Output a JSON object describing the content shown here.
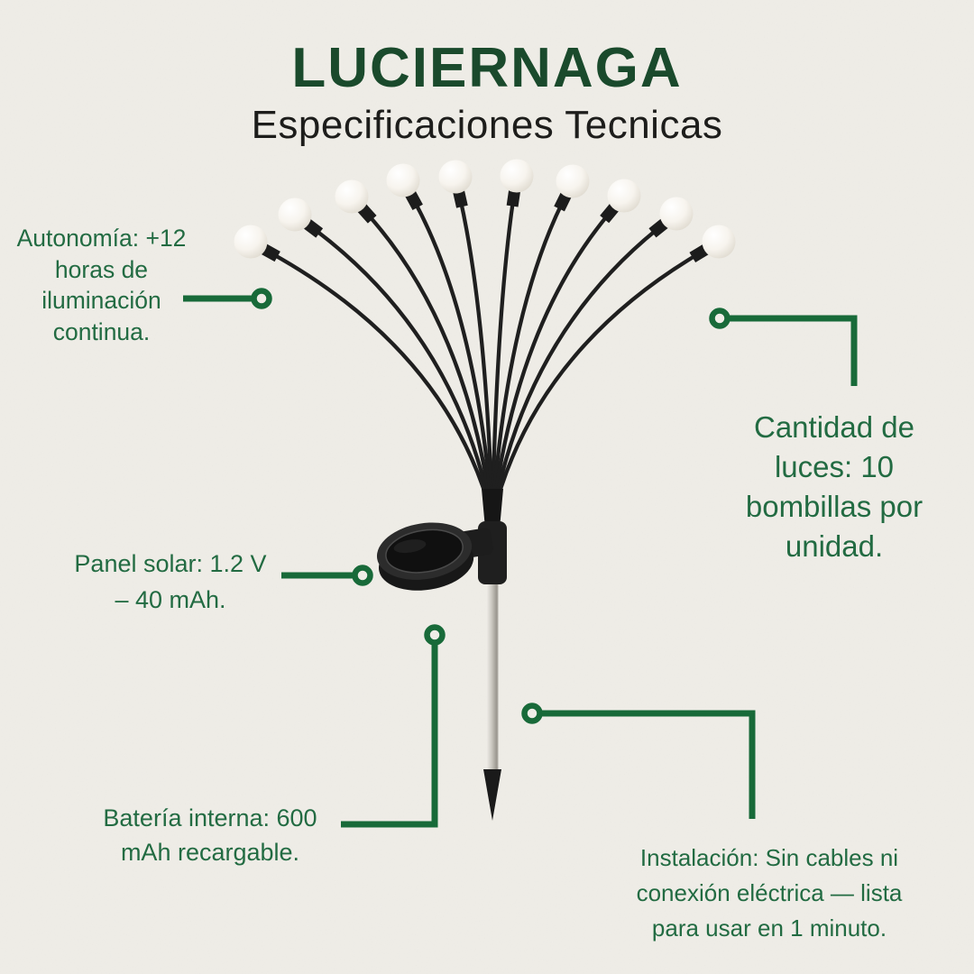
{
  "header": {
    "title": "LUCIERNAGA",
    "subtitle": "Especificaciones Tecnicas"
  },
  "product": {
    "name": "luz solar tipo luciernaga con estaca",
    "bulb_count": 10
  },
  "annotations": {
    "autonomia": {
      "text": "Autonomía: +12\nhoras de\niluminación\ncontinua."
    },
    "cantidad": {
      "text": "Cantidad de\nluces: 10\nbombillas por\nunidad."
    },
    "panel_solar": {
      "text": "Panel solar: 1.2 V\n– 40 mAh."
    },
    "bateria": {
      "text": "Batería interna: 600\nmAh recargable."
    },
    "instalacion": {
      "text": "Instalación: Sin cables ni\nconexión eléctrica — lista\npara usar en 1 minuto."
    }
  },
  "colors": {
    "background": "#efede7",
    "title_green": "#1a4a2c",
    "subtitle_black": "#1d1d1b",
    "annotation_green": "#226b42",
    "connector_green": "#186a39",
    "product_black": "#1c1c1c",
    "bulb_white": "#fbfaf6",
    "stake_silver": "#c7c4bd"
  }
}
